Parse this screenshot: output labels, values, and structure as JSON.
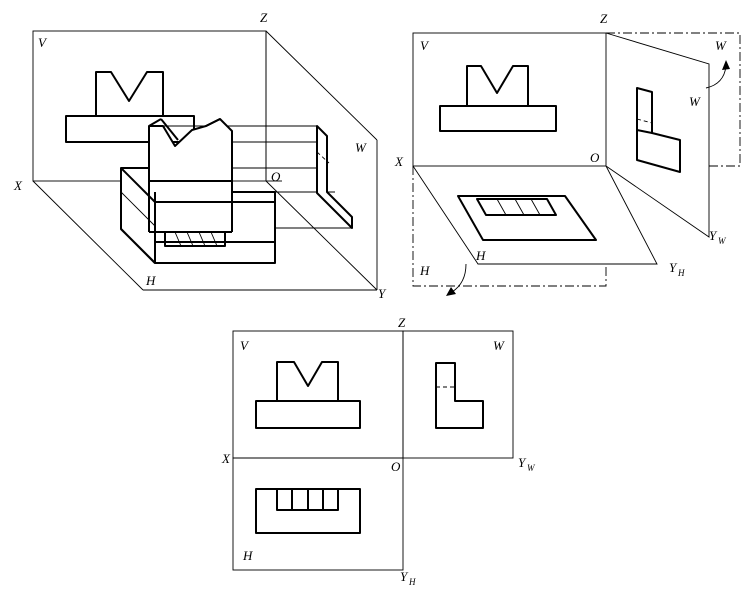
{
  "labels": {
    "V": "V",
    "H": "H",
    "W": "W",
    "X": "X",
    "Y": "Y",
    "Z": "Z",
    "O": "O",
    "sub_W": "W",
    "sub_H": "H"
  }
}
